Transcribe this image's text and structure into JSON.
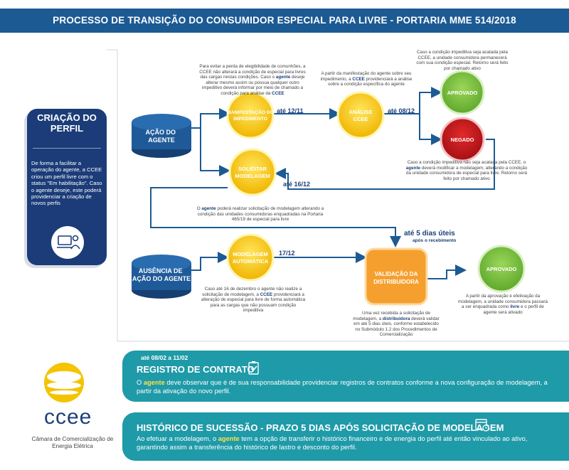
{
  "header": {
    "title": "PROCESSO DE TRANSIÇÃO DO CONSUMIDOR ESPECIAL PARA LIVRE - PORTARIA MME 514/2018"
  },
  "side_card": {
    "title": "CRIAÇÃO DO PERFIL",
    "text": "De forma a facilitar a operação do agente, a CCEE criou um perfil livre com o status \"Em habilitação\". Caso o agente deseje, este poderá providenciar a criação de novos perfis",
    "icon": "user-at-computer-icon"
  },
  "nodes": {
    "acao_agente": "AÇÃO DO AGENTE",
    "ausencia_acao": "AUSÊNCIA DE AÇÃO DO AGENTE",
    "manifestacao": [
      "MANIFESTAÇÃO DO",
      "IMPEDIMENTO"
    ],
    "analise": [
      "ANÁLISE",
      "CCEE"
    ],
    "aprovado_1": "APROVADO",
    "negado": "NEGADO",
    "solicitar": [
      "SOLICITAR",
      "MODELAGEM"
    ],
    "modelagem_auto": [
      "MODELAGEM",
      "AUTOMÁTICA"
    ],
    "validacao": [
      "VALIDAÇÃO DA",
      "DISTRIBUIDORA"
    ],
    "aprovado_2": "APROVADO"
  },
  "dates": {
    "d1211": "até 12/11",
    "d0812": "até 08/12",
    "d1612": "até 16/12",
    "d1712": "17/12",
    "cinco_dias": "até 5 dias úteis",
    "apos_recebimento": "após o recebimento"
  },
  "notes": {
    "n1_a": "Para evitar a perda de elegibilidade de comunhões, a CCEE não alterará a condição de especial para livres das cargas nestas condições. Caso o",
    "n1_b": "agente",
    "n1_c": "deseje alterar mesmo assim ou possua qualquer outro impeditivo deverá informar por meio de chamado a condição para análise da",
    "n1_d": "CCEE",
    "n2_a": "A partir da manifestação do agente sobre seu impedimento, a",
    "n2_b": "CCEE",
    "n2_c": "providenciará a análise sobre a condição específica do agente",
    "n3": "Caso a condição impeditiva seja acatada pela CCEE, a unidade consumidora permanecerá com sua condição especial. Retorno será feito por chamado ativo",
    "n4_a": "Caso a condição impeditiva não seja acatada pela CCEE, o",
    "n4_b": "agente",
    "n4_c": "deverá modificar a modelagem, alterando a condição da unidade consumidora de especial para livre. Retorno será feito por chamado ativo",
    "n5_a": "O",
    "n5_b": "agente",
    "n5_c": "poderá realizar solicitação de modelagem alterando a condição das unidades consumidoras enquadradas na Portaria 465/19 de especial para livre",
    "n6_a": "Caso até 16 de dezembro o agente não realize a solicitação de modelagem, a",
    "n6_b": "CCEE",
    "n6_c": "providenciará a alteração de especial para livre de forma automática para as cargas que não possuam condição impeditiva",
    "n7_a": "Uma vez recebida a solicitação de modelagem, a",
    "n7_b": "distribuidora",
    "n7_c": "deverá validar em até 5 dias úteis, conforme estabelecido no Submódulo 1.2 dos Procedimentos de Comercialização",
    "n8_a": "A partir da aprovação e efetivação da modelagem, a unidade consumidora passará a ser enquadrada como",
    "n8_b": "livre",
    "n8_c": "e o perfil de agente será ativado"
  },
  "band1": {
    "date": "até 08/02 a 11/02",
    "title": "REGISTRO DE CONTRATO",
    "icon": "clipboard-check-icon",
    "text_a": "O",
    "text_b": "agente",
    "text_c": "deve observar que é de sua responsabilidade providenciar registros de contratos conforme a nova configuração de modelagem, a partir da ativação do novo perfil."
  },
  "band2": {
    "title": "HISTÓRICO DE SUCESSÃO - PRAZO 5 DIAS APÓS SOLICITAÇÃO DE MODELAGEM",
    "icon": "calendar-clock-icon",
    "text_a": "Ao efetuar a modelagem, o",
    "text_b": "agente",
    "text_c": "tem a opção de transferir o histórico financeiro e de energia do perfil até então vinculado ao ativo, garantindo assim a transferência do histórico de lastro e desconto do perfil."
  },
  "logo": {
    "word": "ccee",
    "subtitle": "Câmara de Comercialização de Energia Elétrica"
  },
  "colors": {
    "navy": "#1b3c78",
    "blue": "#1c5a93",
    "teal": "#1f9aa8",
    "yellow": "#f2c500",
    "green": "#7cc242",
    "red": "#c8161d",
    "orange": "#f5a02e"
  }
}
